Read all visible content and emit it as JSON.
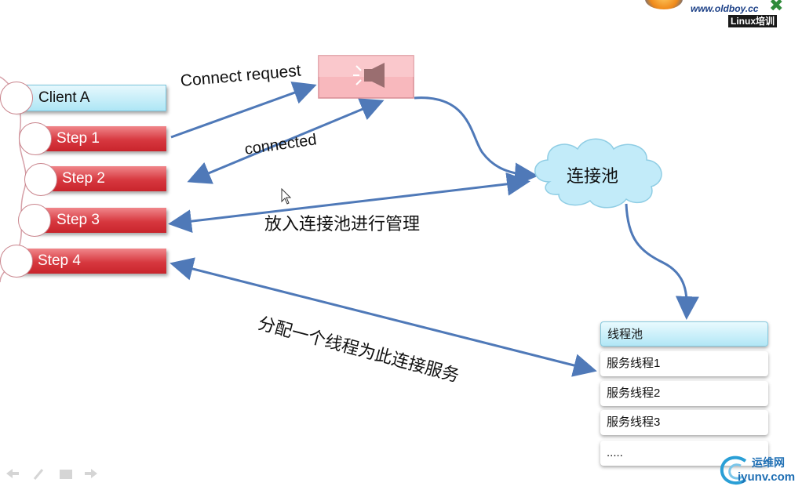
{
  "client": {
    "title": "Client A",
    "steps": [
      "Step 1",
      "Step 2",
      "Step 3",
      "Step 4"
    ]
  },
  "labels": {
    "connect_request": "Connect request",
    "connected": "connected",
    "put_into_pool": "放入连接池进行管理",
    "assign_thread": "分配一个线程为此连接服务"
  },
  "connection_pool": {
    "label": "连接池"
  },
  "thread_pool": {
    "title": "线程池",
    "items": [
      "服务线程1",
      "服务线程2",
      "服务线程3",
      "....."
    ]
  },
  "logo_top": {
    "site": "www.oldboy.cc",
    "badge": "Linux培训"
  },
  "watermark": {
    "cn": "运维网",
    "en": "iyunv.com"
  },
  "colors": {
    "arrow": "#4f79b8",
    "step_red": "#d7383f",
    "client_blue": "#aee6f5",
    "cloud": "#bfeaf8"
  }
}
